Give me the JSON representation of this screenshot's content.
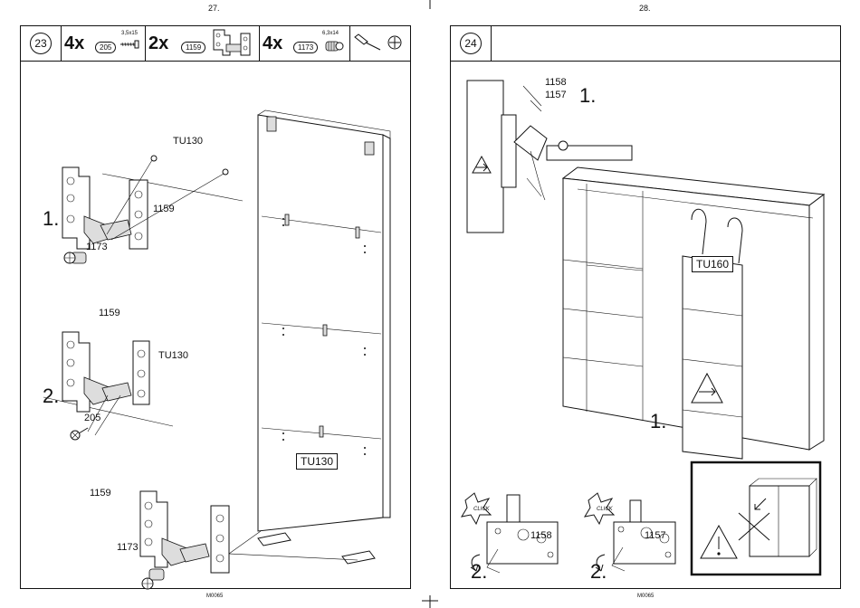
{
  "left_page": {
    "page_number": "27.",
    "step": "23",
    "parts": [
      {
        "qty": "4x",
        "code": "205",
        "spec": "3,5x15"
      },
      {
        "qty": "2x",
        "code": "1159"
      },
      {
        "qty": "4x",
        "code": "1173",
        "spec": "6,3x14"
      }
    ],
    "labels": {
      "tu130_top": "TU130",
      "n1159_a": "1159",
      "n1173_a": "1173",
      "step1": "1.",
      "n1159_b": "1159",
      "tu130_mid": "TU130",
      "step2": "2.",
      "n205": "205",
      "tu130_box": "TU130",
      "n1159_c": "1159",
      "n1173_c": "1173"
    },
    "footer": "M0065"
  },
  "right_page": {
    "page_number": "28.",
    "step": "24",
    "labels": {
      "n1158": "1158",
      "n1157": "1157",
      "step1_top": "1.",
      "tu160": "TU160",
      "step1_mid": "1.",
      "click_a": "CLICK",
      "n1158_b": "1158",
      "step2_a": "2.",
      "click_b": "CLICK",
      "n1157_b": "1157",
      "step2_b": "2."
    },
    "footer": "M0065"
  }
}
